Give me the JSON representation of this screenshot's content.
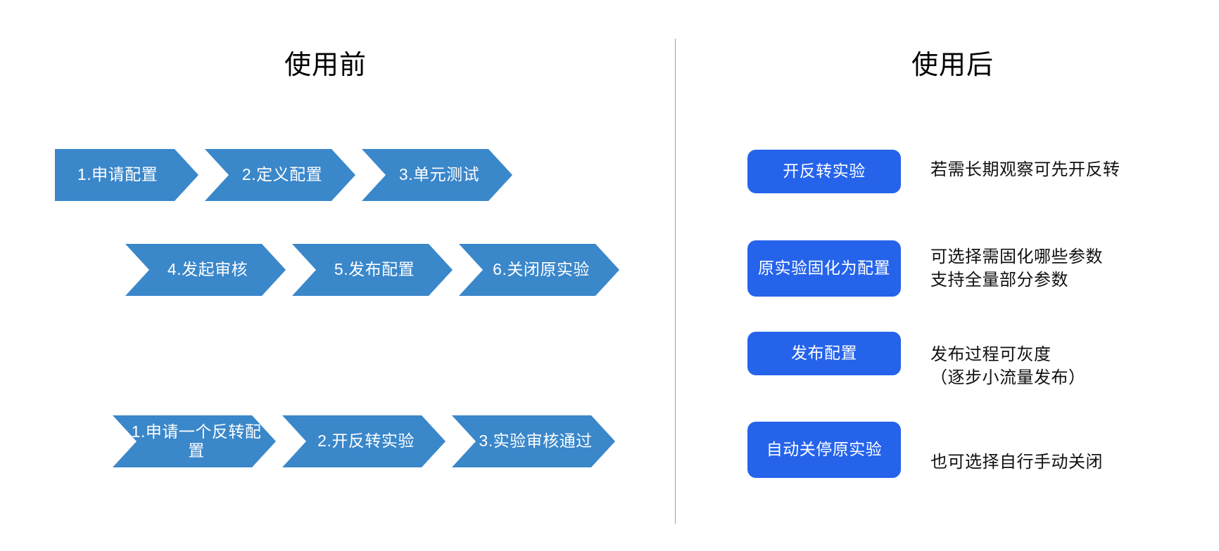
{
  "panels": {
    "before": {
      "title": "使用前"
    },
    "after": {
      "title": "使用后"
    }
  },
  "before_flows": [
    {
      "steps": [
        {
          "label": "1.申请配置"
        },
        {
          "label": "2.定义配置"
        },
        {
          "label": "3.单元测试"
        }
      ]
    },
    {
      "steps": [
        {
          "label": "4.发起审核"
        },
        {
          "label": "5.发布配置"
        },
        {
          "label": "6.关闭原实验"
        }
      ]
    },
    {
      "steps": [
        {
          "label": "1.申请一个反转配置"
        },
        {
          "label": "2.开反转实验"
        },
        {
          "label": "3.实验审核通过"
        }
      ]
    }
  ],
  "after_rows": [
    {
      "pill": "开反转实验",
      "desc": "若需长期观察可先开反转"
    },
    {
      "pill": "原实验固化为配置",
      "desc": "可选择需固化哪些参数\n支持全量部分参数"
    },
    {
      "pill": "发布配置",
      "desc": "发布过程可灰度\n（逐步小流量发布）"
    },
    {
      "pill": "自动关停原实验",
      "desc": "也可选择自行手动关闭"
    }
  ],
  "colors": {
    "chevron_blue": "#3a87ca",
    "pill_blue": "#2563eb",
    "divider": "#7da7d9",
    "text_dark": "#111111",
    "background": "#ffffff"
  }
}
